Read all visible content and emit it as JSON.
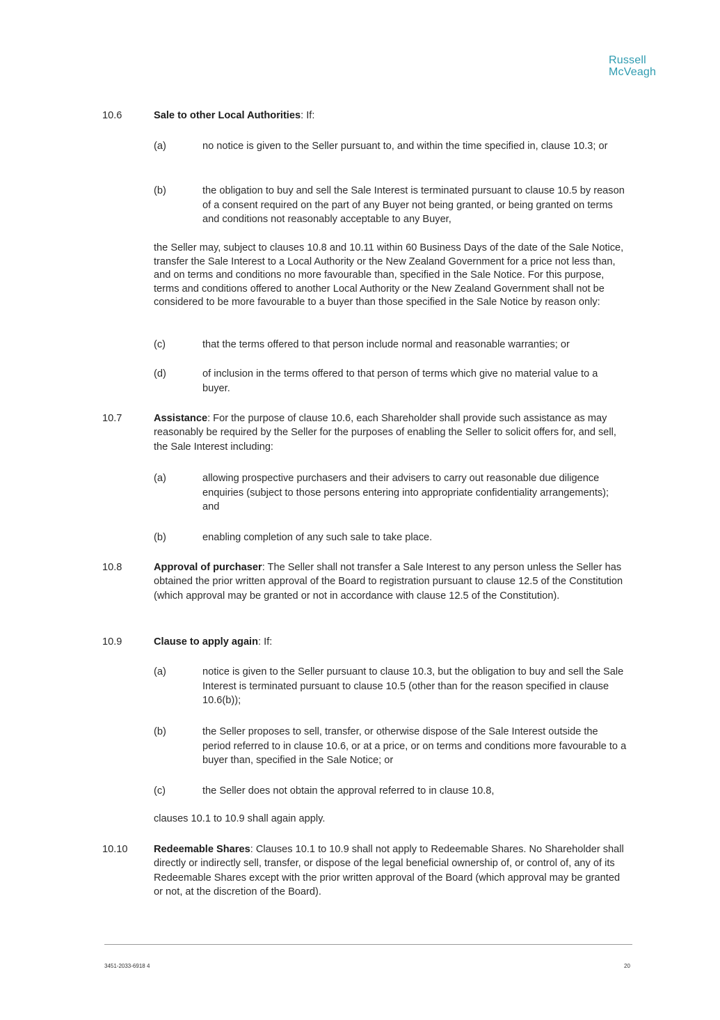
{
  "logo": {
    "line1": "Russell",
    "line2": "McVeagh"
  },
  "c106": {
    "number": "10.6",
    "title": "Sale to other Local Authorities",
    "lead": ":  If:",
    "a": {
      "label": "(a)",
      "text": "no notice is given to the Seller pursuant to, and within the time specified in, clause 10.3; or"
    },
    "b": {
      "label": "(b)",
      "text": "the obligation to buy and sell the Sale Interest is terminated pursuant to clause 10.5 by reason of a consent required on the part of any Buyer not being granted, or being granted on terms and conditions not reasonably acceptable to any Buyer,"
    },
    "body": "the Seller may, subject to clauses 10.8 and 10.11 within 60 Business Days of the date of the Sale Notice, transfer the Sale Interest to a Local Authority or the New Zealand Government for a price not less than, and on terms and conditions no more favourable than, specified in the Sale Notice.  For this purpose, terms and conditions offered to another Local Authority or the New Zealand Government shall not be considered to be more favourable to a buyer than those specified in the Sale Notice by reason only:",
    "c": {
      "label": "(c)",
      "text": "that the terms offered to that person include normal and reasonable warranties; or"
    },
    "d": {
      "label": "(d)",
      "text": "of inclusion in the terms offered to that person of terms which give no material value to a buyer."
    }
  },
  "c107": {
    "number": "10.7",
    "title": "Assistance",
    "text": ":  For the purpose of clause 10.6, each Shareholder shall provide such assistance as may reasonably be required by the Seller for the purposes of enabling the Seller to solicit offers for, and sell,  the Sale Interest including:",
    "a": {
      "label": "(a)",
      "text": "allowing prospective purchasers and their advisers to carry out reasonable due diligence enquiries (subject to those persons entering into appropriate confidentiality arrangements); and"
    },
    "b": {
      "label": "(b)",
      "text": "enabling completion of any such sale to take place."
    }
  },
  "c108": {
    "number": "10.8",
    "title": "Approval of purchaser",
    "text": ":  The Seller shall not transfer a Sale Interest to any person unless the Seller has obtained the prior written approval of the Board to registration pursuant to clause 12.5 of the Constitution (which approval may be granted or not in accordance with clause 12.5 of the Constitution)."
  },
  "c109": {
    "number": "10.9",
    "title": "Clause to apply again",
    "lead": ":  If:",
    "a": {
      "label": "(a)",
      "text": "notice is given to the Seller pursuant to clause 10.3, but the obligation to buy and sell the Sale Interest is terminated pursuant to clause 10.5 (other than for the reason specified in clause 10.6(b));"
    },
    "b": {
      "label": "(b)",
      "text": "the Seller proposes to sell, transfer, or otherwise dispose of the Sale Interest outside the period referred to in clause 10.6, or at a price, or on terms and conditions more favourable to a buyer than, specified in the Sale Notice; or"
    },
    "c": {
      "label": "(c)",
      "text": "the Seller does not obtain the approval referred to in clause 10.8,"
    },
    "tail": "clauses 10.1 to 10.9 shall again apply."
  },
  "c1010": {
    "number": "10.10",
    "title": "Redeemable Shares",
    "text": ":  Clauses 10.1 to 10.9 shall not apply to Redeemable Shares.  No Shareholder shall directly or indirectly sell, transfer, or dispose of the legal beneficial ownership of, or control of, any of its Redeemable Shares except with the prior written approval of the Board (which approval may be granted or not, at the discretion of the Board)."
  },
  "footer": {
    "doc_ref": "3451-2033-6918 4",
    "page_number": "20"
  }
}
